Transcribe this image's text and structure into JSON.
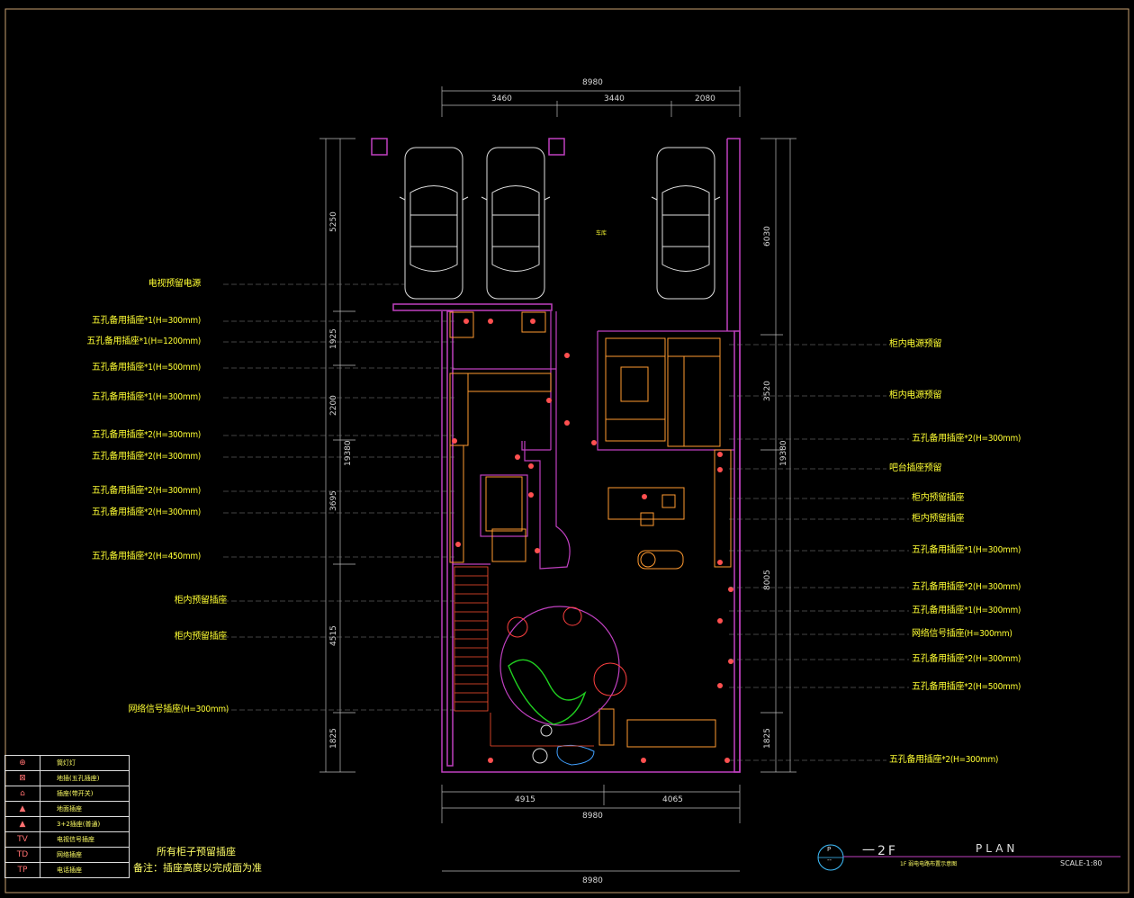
{
  "drawing": {
    "floor_title": "一2F",
    "plan_word": "PLAN",
    "subtitle": "1F 弱电电路布置示意图",
    "scale": "SCALE-1:80",
    "title_symbol": "P",
    "title_symbol_sub": "--",
    "area_label": "车库"
  },
  "dimensions": {
    "top_total": "8980",
    "top_parts": [
      "3460",
      "3440",
      "2080"
    ],
    "bottom_parts": [
      "4915",
      "4065"
    ],
    "bottom_total": "8980",
    "bottom_total_2": "8980",
    "left_total": "19380",
    "left_parts": [
      "5250",
      "1925",
      "2200",
      "3695",
      "4515",
      "1825"
    ],
    "right_total": "19380",
    "right_parts": [
      "6030",
      "3520",
      "8005",
      "1825"
    ]
  },
  "left_labels": [
    "电视预留电源",
    "五孔备用插座*1(H=300mm)",
    "五孔备用插座*1(H=1200mm)",
    "五孔备用插座*1(H=500mm)",
    "五孔备用插座*1(H=300mm)",
    "五孔备用插座*2(H=300mm)",
    "五孔备用插座*2(H=300mm)",
    "五孔备用插座*2(H=300mm)",
    "五孔备用插座*2(H=300mm)",
    "五孔备用插座*2(H=450mm)",
    "柜内预留插座",
    "柜内预留插座",
    "网络信号插座(H=300mm)"
  ],
  "right_labels": [
    "柜内电源预留",
    "柜内电源预留",
    "五孔备用插座*2(H=300mm)",
    "吧台插座预留",
    "柜内预留插座",
    "柜内预留插座",
    "五孔备用插座*1(H=300mm)",
    "五孔备用插座*2(H=300mm)",
    "五孔备用插座*1(H=300mm)",
    "网络信号插座(H=300mm)",
    "五孔备用插座*2(H=300mm)",
    "五孔备用插座*2(H=500mm)",
    "五孔备用插座*2(H=300mm)"
  ],
  "legend": [
    {
      "icon": "spot-light-icon",
      "glyph": "⊕",
      "text": "筒灯灯"
    },
    {
      "icon": "floor-box-icon",
      "glyph": "⊠",
      "text": "地插(五孔插座)"
    },
    {
      "icon": "socket-switch-icon",
      "glyph": "⌂",
      "text": "插座(带开关)"
    },
    {
      "icon": "floor-socket-icon",
      "glyph": "▲",
      "text": "地面插座"
    },
    {
      "icon": "three-two-socket-icon",
      "glyph": "▲",
      "text": "3+2插座(普通)"
    },
    {
      "icon": "tv-socket-icon",
      "glyph": "TV",
      "text": "电视信号插座"
    },
    {
      "icon": "network-socket-icon",
      "glyph": "TD",
      "text": "网络插座"
    },
    {
      "icon": "phone-socket-icon",
      "glyph": "TP",
      "text": "电话插座"
    }
  ],
  "notes": {
    "line1": "所有柜子预留插座",
    "line2": "备注：插座高度以完成面为准"
  },
  "colors": {
    "wall": "#c040c0",
    "dim": "#d8d8d8",
    "label": "#ffff33",
    "furniture_orange": "#ff9a30",
    "socket_red": "#ff4040",
    "stair_red": "#ff5030",
    "green_path": "#20d020",
    "blue_pond": "#40a0ff"
  }
}
